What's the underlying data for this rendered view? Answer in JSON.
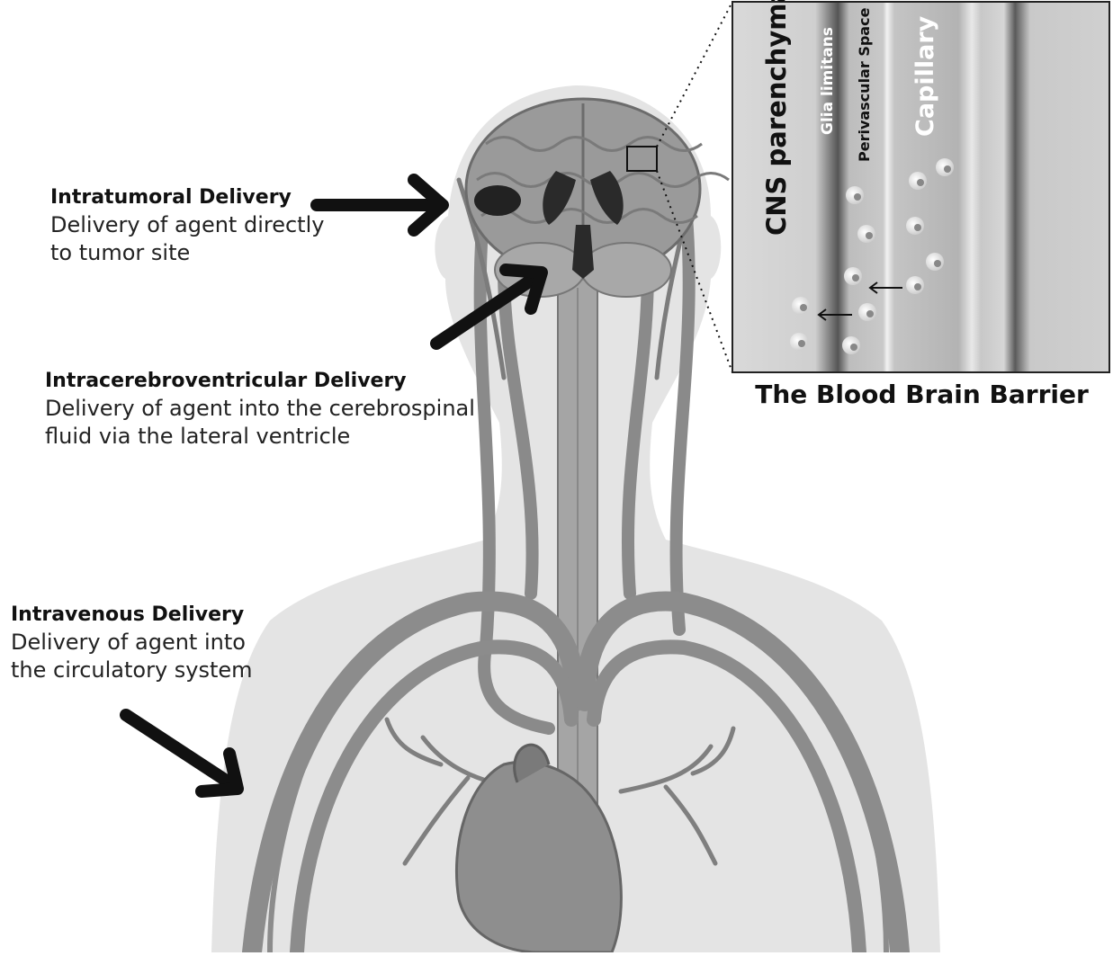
{
  "labels": {
    "intratumoral": {
      "title": "Intratumoral Delivery",
      "description": "Delivery of agent directly to tumor site"
    },
    "intracerebroventricular": {
      "title": "Intracerebroventricular Delivery",
      "description": "Delivery of agent into the cerebrospinal fluid via the lateral ventricle"
    },
    "intravenous": {
      "title": "Intravenous Delivery",
      "description": "Delivery of agent into the circulatory system"
    }
  },
  "inset": {
    "title": "The Blood Brain Barrier",
    "layers": {
      "parenchyma": "CNS parenchyma",
      "glia": "Glia limitans",
      "perivascular": "Perivascular Space",
      "capillary": "Capillary"
    }
  },
  "colors": {
    "body": "#e4e4e4",
    "vessel": "#8c8c8c",
    "vessel_dark": "#6a6a6a",
    "brain": "#9a9a9a",
    "arrow": "#111111"
  }
}
